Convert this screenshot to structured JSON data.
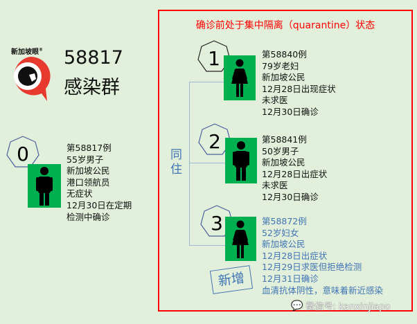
{
  "logo": {
    "brand_text": "新加坡眼®",
    "accent": "#e8392f"
  },
  "cluster": {
    "id": "58817",
    "label": "感染群"
  },
  "index_case": {
    "number": "0",
    "lines": [
      "第58817例",
      "55岁男子",
      "新加坡公民",
      "港口领航员",
      "无症状",
      "12月30日在定期",
      "检测中确诊"
    ],
    "gender": "male"
  },
  "box": {
    "title": "确诊前处于集中隔离（quarantine）状态",
    "title_color": "#ff0000",
    "relation": "同住",
    "relation_color": "#3f74b5"
  },
  "cases": [
    {
      "number": "1",
      "gender": "female",
      "lines": [
        "第58840例",
        "79岁老妇",
        "新加坡公民",
        "12月28日出现症状",
        "未求医",
        "12月30日确诊"
      ]
    },
    {
      "number": "2",
      "gender": "male",
      "lines": [
        "第58841例",
        "50岁男子",
        "新加坡公民",
        "12月28日出症状",
        "未求医",
        "12月30日确诊"
      ]
    },
    {
      "number": "3",
      "gender": "female",
      "new_label": "新增",
      "lines": [
        "第58872例",
        "52岁妇女",
        "新加坡公民",
        "12月28日出症状",
        "12月29日求医但拒绝检测",
        "12月31日确诊",
        "血清抗体阴性，意味着新近感染"
      ]
    }
  ],
  "watermark": "微信号: kanxinjiapo",
  "colors": {
    "background": "#e2efda",
    "figure_bg": "#00b050",
    "new_case_text": "#3f74b5"
  }
}
